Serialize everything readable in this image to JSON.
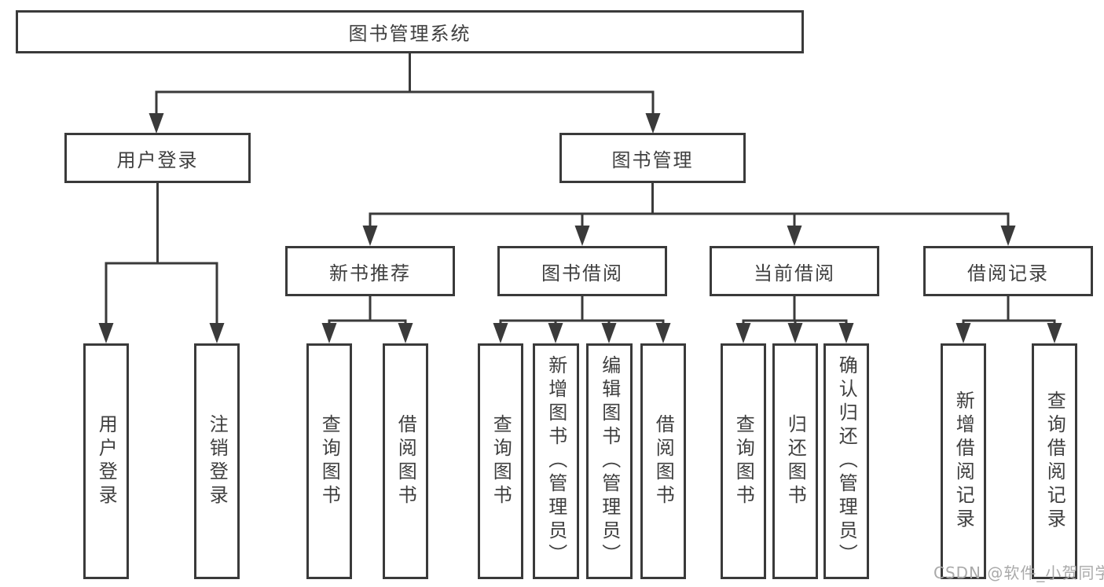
{
  "diagram": {
    "root": {
      "label": "图书管理系统"
    },
    "branches": [
      {
        "label": "用户登录",
        "children": [
          {
            "label": "用户登录"
          },
          {
            "label": "注销登录"
          }
        ]
      },
      {
        "label": "图书管理",
        "children": [
          {
            "label": "新书推荐",
            "children": [
              {
                "label": "查询图书"
              },
              {
                "label": "借阅图书"
              }
            ]
          },
          {
            "label": "图书借阅",
            "children": [
              {
                "label": "查询图书"
              },
              {
                "label": "新增图书（管理员）"
              },
              {
                "label": "编辑图书（管理员）"
              },
              {
                "label": "借阅图书"
              }
            ]
          },
          {
            "label": "当前借阅",
            "children": [
              {
                "label": "查询图书"
              },
              {
                "label": "归还图书"
              },
              {
                "label": "确认归还（管理员）"
              }
            ]
          },
          {
            "label": "借阅记录",
            "children": [
              {
                "label": "新增借阅记录"
              },
              {
                "label": "查询借阅记录"
              }
            ]
          }
        ]
      }
    ],
    "watermark": "CSDN @软件_小贺同学",
    "colors": {
      "line": "#3a3a3a",
      "text": "#3f3f3f",
      "watermark": "#aaaaaa",
      "background": "#ffffff"
    }
  }
}
